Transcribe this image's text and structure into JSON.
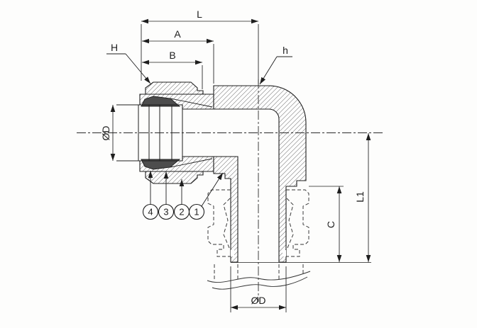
{
  "drawing": {
    "type": "cross-section technical drawing of push-fit elbow tube fitting",
    "dimension_labels": {
      "overall_length": "L",
      "body_length": "A",
      "nut_length": "B",
      "nut_leader": "H",
      "elbow_top_leader": "h",
      "tube_diameter_left": "ØD",
      "tube_diameter_bottom": "ØD",
      "stem_height": "L1",
      "insertion_depth": "C"
    },
    "callouts": [
      "4",
      "3",
      "2",
      "1"
    ],
    "colors": {
      "line": "#1e1e1e",
      "hatch": "#3a3a3a",
      "dark_component": "#4d4d4d",
      "background": "#fdfdfc"
    }
  }
}
